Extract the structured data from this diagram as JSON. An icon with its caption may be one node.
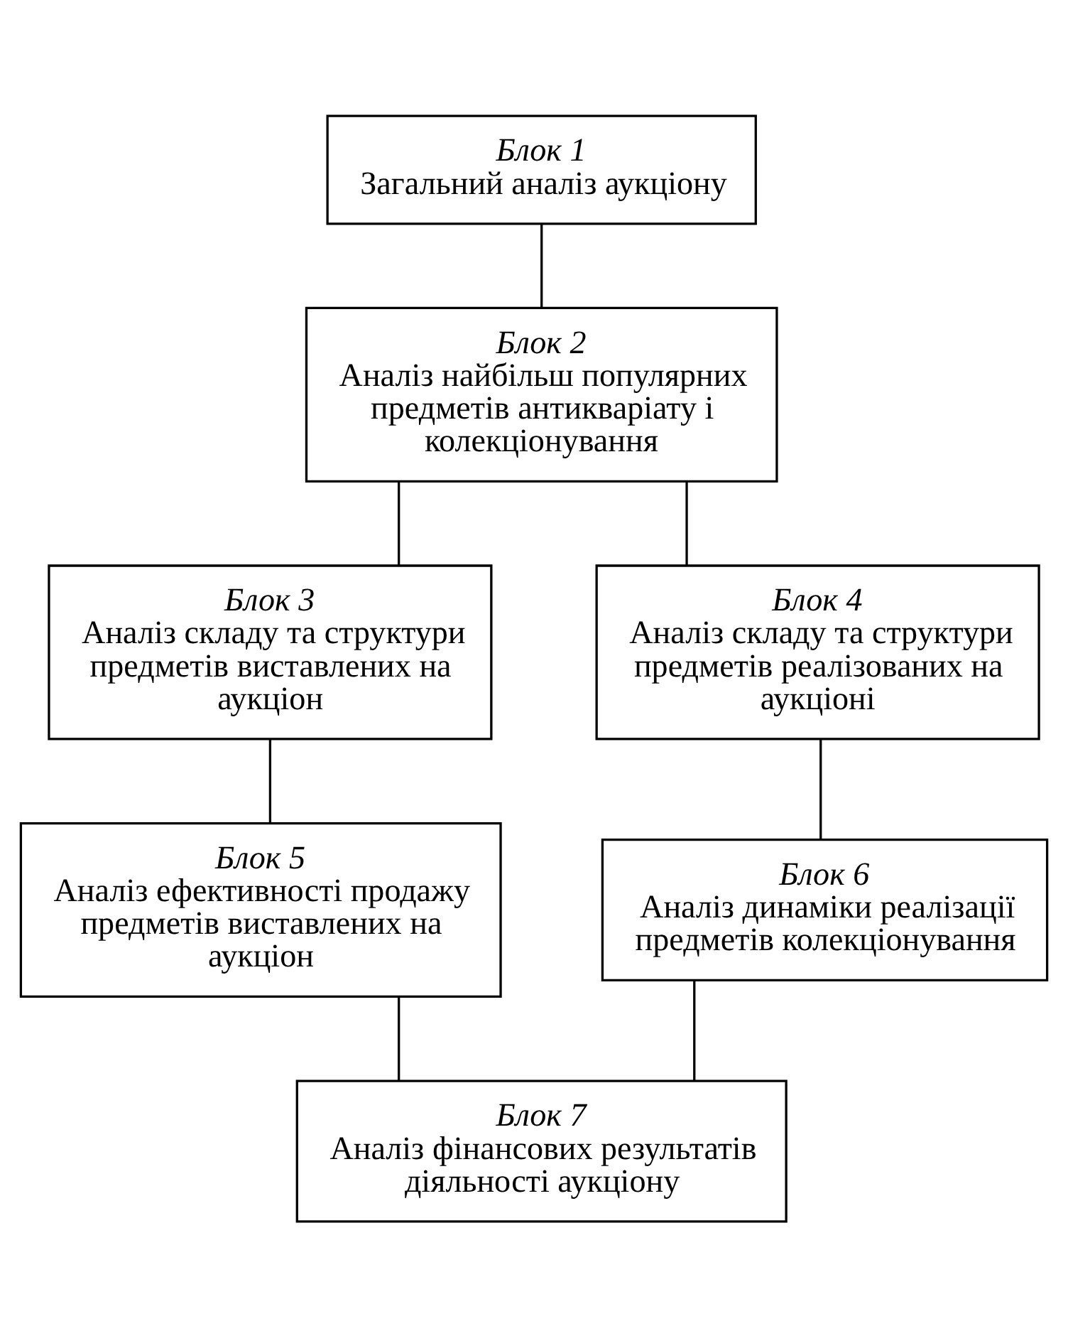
{
  "diagram": {
    "nodes": [
      {
        "text": [
          "Блок 1",
          "Загальний аналіз аукціону"
        ]
      },
      {
        "text": [
          "Блок 2",
          "Аналіз найбільш популярних предметів антикваріату і колекціонування"
        ]
      },
      {
        "text": [
          "Блок 3",
          "Аналіз складу та структури предметів виставлених на аукціон"
        ]
      },
      {
        "text": [
          "Блок 4",
          "Аналіз складу та структури предметів реалізованих на аукціоні"
        ]
      },
      {
        "text": [
          "Блок 5",
          "Аналіз ефективності продажу предметів виставлених на аукціон"
        ]
      },
      {
        "text": [
          "Блок 6",
          "Аналіз динаміки реалізації предметів колекціонування"
        ]
      },
      {
        "text": [
          "Блок 7",
          "Аналіз фінансових результатів діяльності аукціону"
        ]
      }
    ],
    "edges": [
      {
        "from": 0,
        "to": 1,
        "arrow": "none"
      },
      {
        "from": 1,
        "to": 2,
        "arrow": "none"
      },
      {
        "from": 1,
        "to": 3,
        "arrow": "none"
      },
      {
        "from": 2,
        "to": 4,
        "arrow": "none"
      },
      {
        "from": 3,
        "to": 5,
        "arrow": "none"
      },
      {
        "from": 4,
        "to": 6,
        "arrow": "none"
      },
      {
        "from": 5,
        "to": 6,
        "arrow": "none"
      }
    ]
  }
}
